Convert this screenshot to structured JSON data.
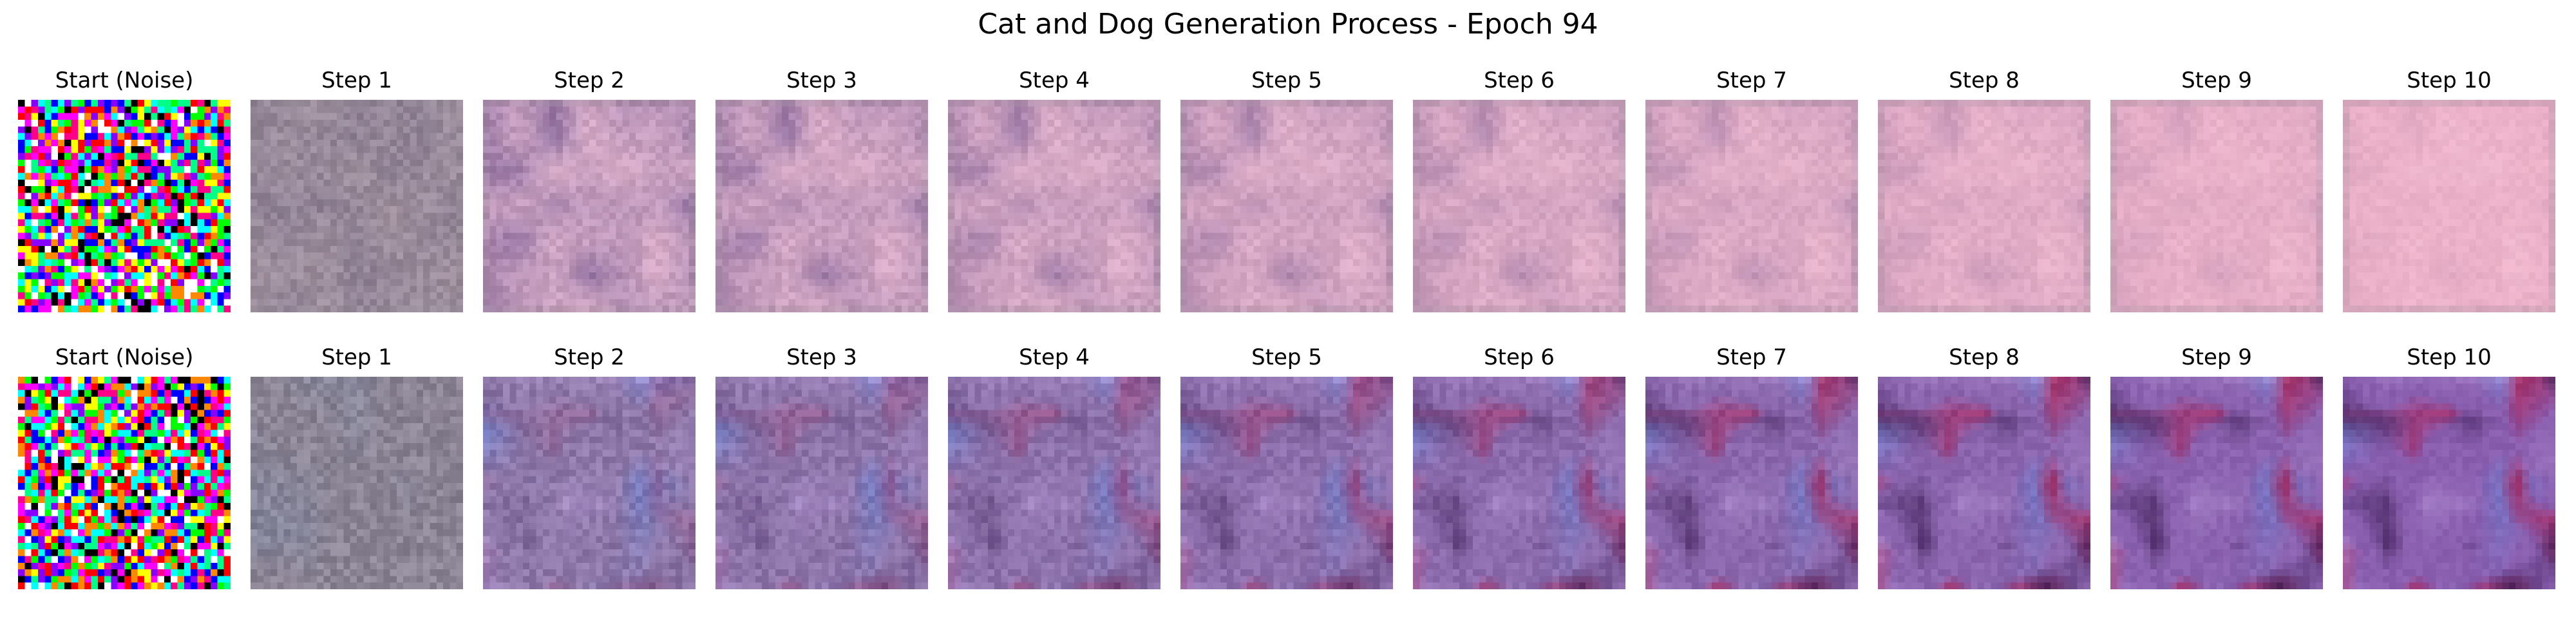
{
  "figure": {
    "title": "Cat and Dog Generation Process - Epoch 94"
  },
  "rows": [
    {
      "panels": [
        {
          "title": "Start (Noise)",
          "kind": "noise",
          "seed": 11
        },
        {
          "title": "Step 1",
          "kind": "gen",
          "seed": 21,
          "level": 0.1
        },
        {
          "title": "Step 2",
          "kind": "gen",
          "seed": 31,
          "level": 0.2
        },
        {
          "title": "Step 3",
          "kind": "gen",
          "seed": 31,
          "level": 0.3
        },
        {
          "title": "Step 4",
          "kind": "gen",
          "seed": 31,
          "level": 0.4
        },
        {
          "title": "Step 5",
          "kind": "gen",
          "seed": 31,
          "level": 0.5
        },
        {
          "title": "Step 6",
          "kind": "gen",
          "seed": 31,
          "level": 0.6
        },
        {
          "title": "Step 7",
          "kind": "gen",
          "seed": 31,
          "level": 0.7
        },
        {
          "title": "Step 8",
          "kind": "gen",
          "seed": 31,
          "level": 0.8
        },
        {
          "title": "Step 9",
          "kind": "gen",
          "seed": 31,
          "level": 0.9
        },
        {
          "title": "Step 10",
          "kind": "gen",
          "seed": 31,
          "level": 1.0
        }
      ],
      "palette": {
        "gray": "#8e8790",
        "early": "#b795b9",
        "final": "#ebb1c8",
        "dark": "#7c5f95",
        "light": "#f3c0d3"
      }
    },
    {
      "panels": [
        {
          "title": "Start (Noise)",
          "kind": "noise",
          "seed": 13
        },
        {
          "title": "Step 1",
          "kind": "gen",
          "seed": 23,
          "level": 0.1
        },
        {
          "title": "Step 2",
          "kind": "gen",
          "seed": 37,
          "level": 0.2
        },
        {
          "title": "Step 3",
          "kind": "gen",
          "seed": 37,
          "level": 0.3
        },
        {
          "title": "Step 4",
          "kind": "gen",
          "seed": 37,
          "level": 0.4
        },
        {
          "title": "Step 5",
          "kind": "gen",
          "seed": 37,
          "level": 0.5
        },
        {
          "title": "Step 6",
          "kind": "gen",
          "seed": 37,
          "level": 0.6
        },
        {
          "title": "Step 7",
          "kind": "gen",
          "seed": 37,
          "level": 0.7
        },
        {
          "title": "Step 8",
          "kind": "gen",
          "seed": 37,
          "level": 0.8
        },
        {
          "title": "Step 9",
          "kind": "gen",
          "seed": 37,
          "level": 0.9
        },
        {
          "title": "Step 10",
          "kind": "gen",
          "seed": 37,
          "level": 1.0
        }
      ],
      "palette": {
        "gray": "#8a8790",
        "early": "#8f7fa8",
        "final": "#8a5fb0",
        "dark": "#3e1f55",
        "light": "#c8a8e6",
        "accent": "#b01848",
        "blue": "#6a86d6"
      }
    }
  ]
}
